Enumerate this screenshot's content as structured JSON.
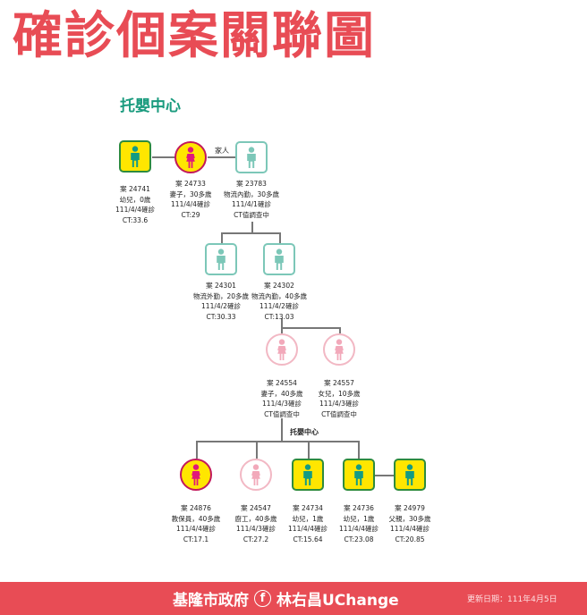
{
  "title": "確診個案關聯圖",
  "subtitle": "托嬰中心",
  "colors": {
    "accent_red": "#E84C55",
    "teal": "#1A9B7E",
    "yellow": "#FFE600",
    "magenta": "#E0177A",
    "pink": "#F2A9BA",
    "mint": "#7CC7B8"
  },
  "icons": {
    "male": "male-person-icon",
    "female": "female-person-icon",
    "facebook": "facebook-icon"
  },
  "labels": {
    "family": "家人",
    "daycare": "托嬰中心"
  },
  "cases": [
    {
      "id": "案 24741",
      "role": "幼兒，0歲",
      "confirmed": "111/4/4確診",
      "ct": "CT:33.6"
    },
    {
      "id": "案 24733",
      "role": "妻子，30多歲",
      "confirmed": "111/4/4確診",
      "ct": "CT:29"
    },
    {
      "id": "案 23783",
      "role": "物流內勤，30多歲",
      "confirmed": "111/4/1確診",
      "ct": "CT值調查中"
    },
    {
      "id": "案 24301",
      "role": "物流外勤，20多歲",
      "confirmed": "111/4/2確診",
      "ct": "CT:30.33"
    },
    {
      "id": "案 24302",
      "role": "物流內勤，40多歲",
      "confirmed": "111/4/2確診",
      "ct": "CT:13.03"
    },
    {
      "id": "案 24554",
      "role": "妻子，40多歲",
      "confirmed": "111/4/3確診",
      "ct": "CT值調查中"
    },
    {
      "id": "案 24557",
      "role": "女兒，10多歲",
      "confirmed": "111/4/3確診",
      "ct": "CT值調查中"
    },
    {
      "id": "案 24876",
      "role": "教保員，40多歲",
      "confirmed": "111/4/4確診",
      "ct": "CT:17.1"
    },
    {
      "id": "案 24547",
      "role": "廚工，40多歲",
      "confirmed": "111/4/3確診",
      "ct": "CT:27.2"
    },
    {
      "id": "案 24734",
      "role": "幼兒，1歲",
      "confirmed": "111/4/4確診",
      "ct": "CT:15.64"
    },
    {
      "id": "案 24736",
      "role": "幼兒，1歲",
      "confirmed": "111/4/4確診",
      "ct": "CT:23.08"
    },
    {
      "id": "案 24979",
      "role": "父親，30多歲",
      "confirmed": "111/4/4確診",
      "ct": "CT:20.85"
    }
  ],
  "footer": {
    "org": "基隆市政府",
    "fb_glyph": "f",
    "page": "林右昌UChange",
    "updated": "更新日期：111年4月5日"
  }
}
